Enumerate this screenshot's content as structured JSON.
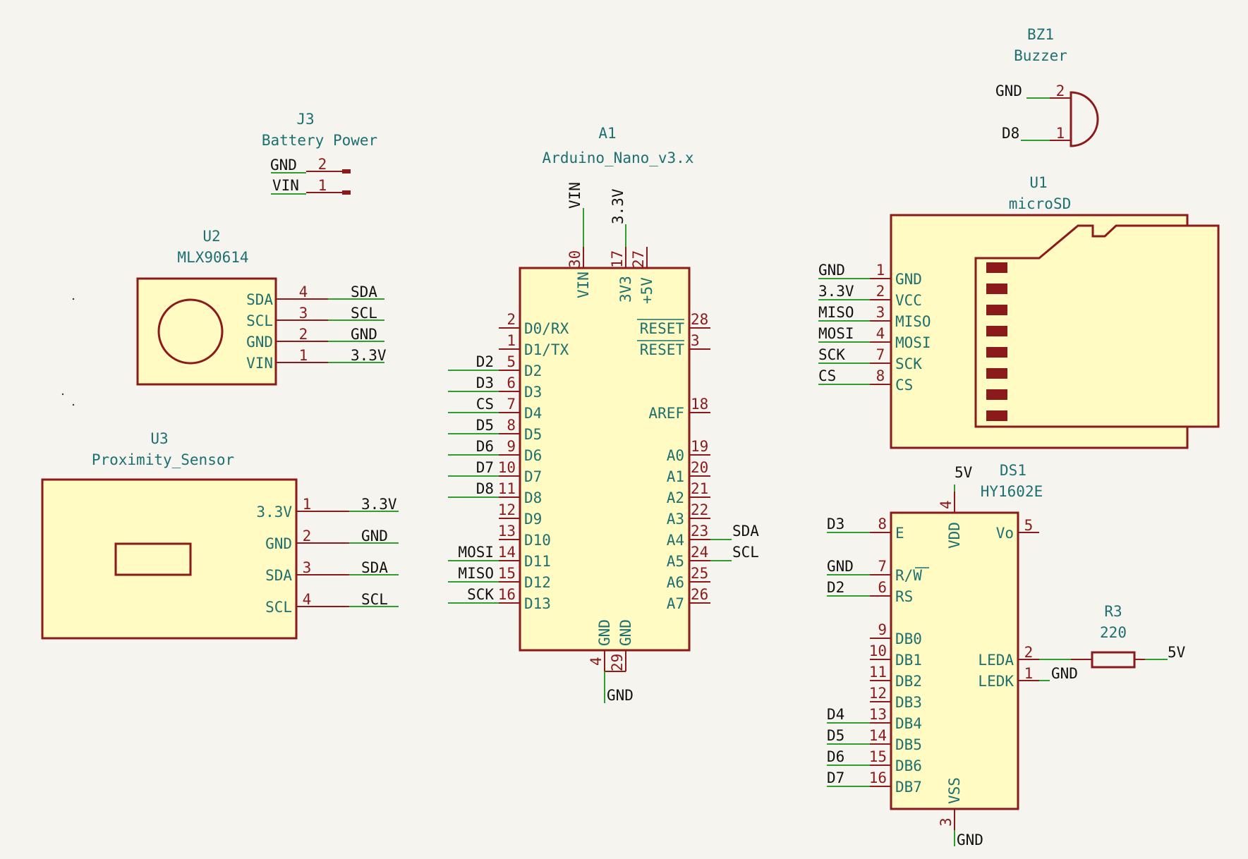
{
  "components": {
    "j3": {
      "ref": "J3",
      "value": "Battery Power",
      "pins": [
        {
          "num": "2",
          "net": "GND"
        },
        {
          "num": "1",
          "net": "VIN"
        }
      ]
    },
    "u2": {
      "ref": "U2",
      "value": "MLX90614",
      "pins": [
        {
          "name": "SDA",
          "num": "4",
          "net": "SDA"
        },
        {
          "name": "SCL",
          "num": "3",
          "net": "SCL"
        },
        {
          "name": "GND",
          "num": "2",
          "net": "GND"
        },
        {
          "name": "VIN",
          "num": "1",
          "net": "3.3V"
        }
      ]
    },
    "u3": {
      "ref": "U3",
      "value": "Proximity_Sensor",
      "pins": [
        {
          "name": "3.3V",
          "num": "1",
          "net": "3.3V"
        },
        {
          "name": "GND",
          "num": "2",
          "net": "GND"
        },
        {
          "name": "SDA",
          "num": "3",
          "net": "SDA"
        },
        {
          "name": "SCL",
          "num": "4",
          "net": "SCL"
        }
      ]
    },
    "a1": {
      "ref": "A1",
      "value": "Arduino_Nano_v3.x",
      "top_pins": [
        {
          "name": "VIN",
          "num": "30",
          "net": "VIN"
        },
        {
          "name": "3V3",
          "num": "17",
          "net": "3.3V"
        },
        {
          "name": "+5V",
          "num": "27",
          "net": ""
        }
      ],
      "left_pins": [
        {
          "name": "D0/RX",
          "num": "2",
          "net": ""
        },
        {
          "name": "D1/TX",
          "num": "1",
          "net": ""
        },
        {
          "name": "D2",
          "num": "5",
          "net": "D2"
        },
        {
          "name": "D3",
          "num": "6",
          "net": "D3"
        },
        {
          "name": "D4",
          "num": "7",
          "net": "CS"
        },
        {
          "name": "D5",
          "num": "8",
          "net": "D5"
        },
        {
          "name": "D6",
          "num": "9",
          "net": "D6"
        },
        {
          "name": "D7",
          "num": "10",
          "net": "D7"
        },
        {
          "name": "D8",
          "num": "11",
          "net": "D8"
        },
        {
          "name": "D9",
          "num": "12",
          "net": ""
        },
        {
          "name": "D10",
          "num": "13",
          "net": ""
        },
        {
          "name": "D11",
          "num": "14",
          "net": "MOSI"
        },
        {
          "name": "D12",
          "num": "15",
          "net": "MISO"
        },
        {
          "name": "D13",
          "num": "16",
          "net": "SCK"
        }
      ],
      "right_pins": [
        {
          "name": "RESET",
          "num": "28",
          "net": ""
        },
        {
          "name": "RESET",
          "num": "3",
          "net": ""
        },
        {
          "name": "AREF",
          "num": "18",
          "net": ""
        },
        {
          "name": "A0",
          "num": "19",
          "net": ""
        },
        {
          "name": "A1",
          "num": "20",
          "net": ""
        },
        {
          "name": "A2",
          "num": "21",
          "net": ""
        },
        {
          "name": "A3",
          "num": "22",
          "net": ""
        },
        {
          "name": "A4",
          "num": "23",
          "net": "SDA"
        },
        {
          "name": "A5",
          "num": "24",
          "net": "SCL"
        },
        {
          "name": "A6",
          "num": "25",
          "net": ""
        },
        {
          "name": "A7",
          "num": "26",
          "net": ""
        }
      ],
      "bottom_pins": [
        {
          "name": "GND",
          "num": "4"
        },
        {
          "name": "GND",
          "num": "29"
        }
      ],
      "bottom_net": "GND"
    },
    "bz1": {
      "ref": "BZ1",
      "value": "Buzzer",
      "pins": [
        {
          "num": "2",
          "net": "GND"
        },
        {
          "num": "1",
          "net": "D8"
        }
      ]
    },
    "u1": {
      "ref": "U1",
      "value": "microSD",
      "pins": [
        {
          "name": "GND",
          "num": "1",
          "net": "GND"
        },
        {
          "name": "VCC",
          "num": "2",
          "net": "3.3V"
        },
        {
          "name": "MISO",
          "num": "3",
          "net": "MISO"
        },
        {
          "name": "MOSI",
          "num": "4",
          "net": "MOSI"
        },
        {
          "name": "SCK",
          "num": "7",
          "net": "SCK"
        },
        {
          "name": "CS",
          "num": "8",
          "net": "CS"
        }
      ]
    },
    "ds1": {
      "ref": "DS1",
      "value": "HY1602E",
      "vdd": {
        "name": "VDD",
        "num": "4",
        "net": "5V"
      },
      "vss": {
        "name": "VSS",
        "num": "3",
        "net": "GND"
      },
      "vo": {
        "name": "Vo",
        "num": "5"
      },
      "left_pins": [
        {
          "name": "E",
          "num": "8",
          "net": "D3"
        },
        {
          "name": "R/W",
          "num": "7",
          "net": "GND"
        },
        {
          "name": "RS",
          "num": "6",
          "net": "D2"
        },
        {
          "name": "DB0",
          "num": "9",
          "net": ""
        },
        {
          "name": "DB1",
          "num": "10",
          "net": ""
        },
        {
          "name": "DB2",
          "num": "11",
          "net": ""
        },
        {
          "name": "DB3",
          "num": "12",
          "net": ""
        },
        {
          "name": "DB4",
          "num": "13",
          "net": "D4"
        },
        {
          "name": "DB5",
          "num": "14",
          "net": "D5"
        },
        {
          "name": "DB6",
          "num": "15",
          "net": "D6"
        },
        {
          "name": "DB7",
          "num": "16",
          "net": "D7"
        }
      ],
      "leda": {
        "name": "LEDA",
        "num": "2"
      },
      "ledk": {
        "name": "LEDK",
        "num": "1",
        "net": "GND"
      }
    },
    "r3": {
      "ref": "R3",
      "value": "220",
      "net": "5V"
    }
  },
  "colors": {
    "body": "#8b1a1a",
    "fill": "#fffbc2",
    "label": "#1d7070",
    "wire": "#2e9e2e",
    "net": "#111111"
  }
}
